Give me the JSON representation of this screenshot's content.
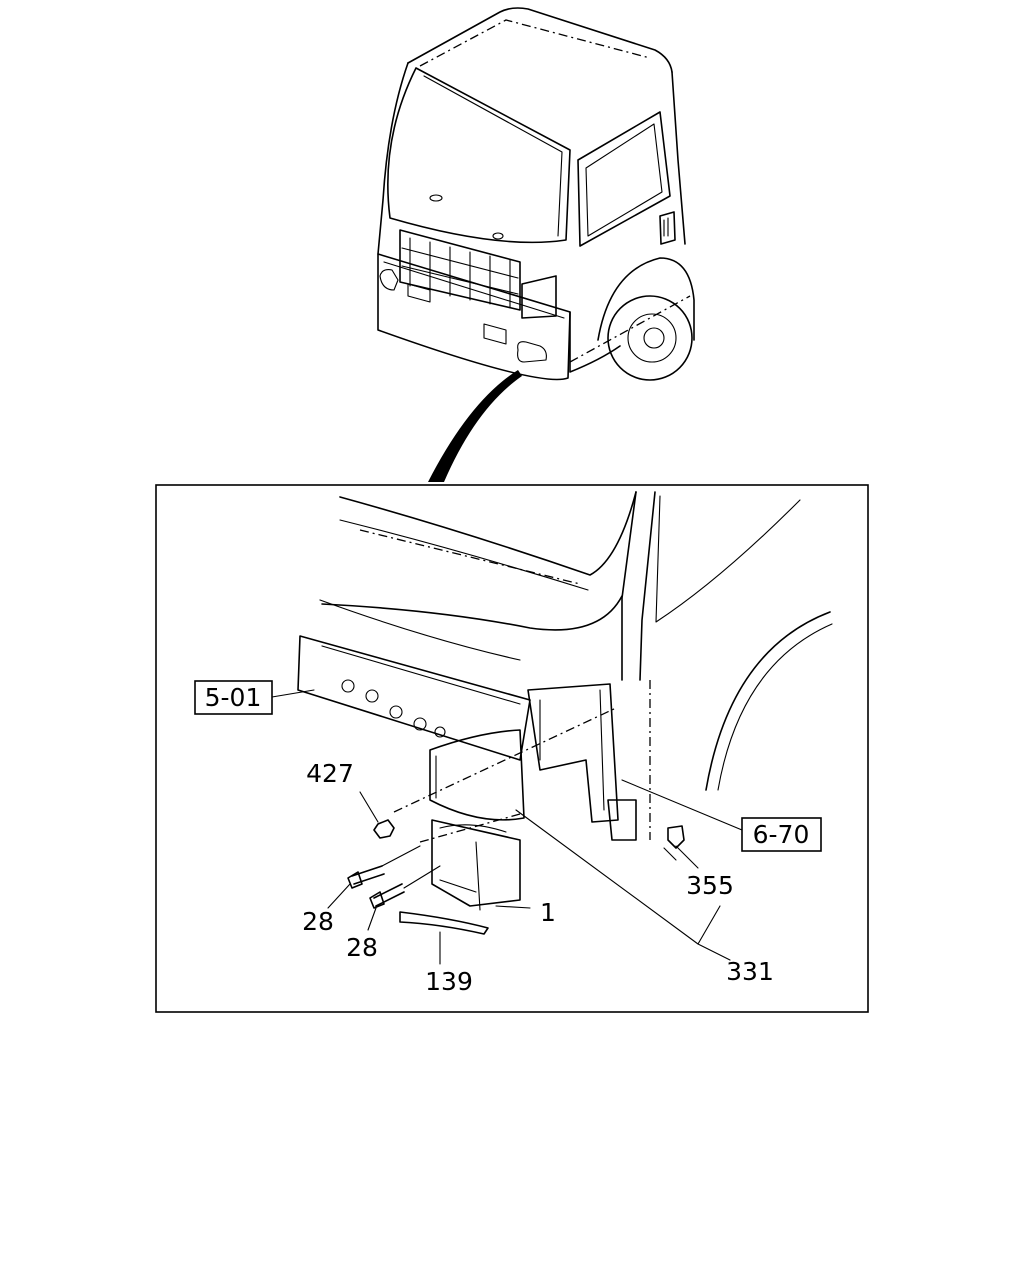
{
  "references": {
    "front_panel": "5-01",
    "fender_panel": "6-70"
  },
  "parts": {
    "nut": "427",
    "bolt_upper": "28",
    "bolt_lower": "28",
    "lamp_assembly": "1",
    "bracket": "139",
    "clip": "355",
    "lamp_set": "331"
  }
}
